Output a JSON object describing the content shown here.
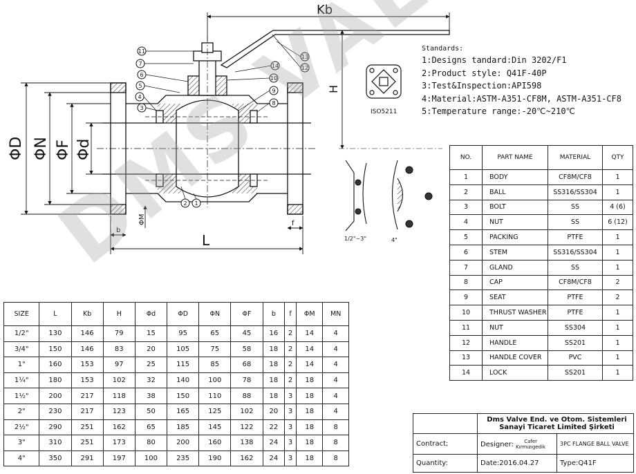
{
  "drawing": {
    "dims": {
      "kb": "Kb",
      "h": "H",
      "l": "L",
      "od": "ΦD",
      "on": "ΦN",
      "of": "ΦF",
      "odd": "Φd",
      "om": "ΦM",
      "b": "b",
      "f": "f"
    },
    "callouts": [
      "1",
      "2",
      "3",
      "4",
      "5",
      "6",
      "7",
      "8",
      "9",
      "10",
      "11",
      "12",
      "13",
      "14"
    ],
    "flange_labels": [
      "1/2\"~3\"",
      "4\""
    ],
    "iso_label": "ISO5211"
  },
  "standards": {
    "title": "Standards:",
    "items": [
      "1:Designs tandard:Din 3202/F1",
      "2:Product style: Q41F-40P",
      "3:Test&Inspection:API598",
      "4:Material:ASTM-A351-CF8M, ASTM-A351-CF8",
      "5:Temperature range:-20℃~210℃"
    ]
  },
  "parts_table": {
    "headers": [
      "NO.",
      "PART NAME",
      "MATERIAL",
      "QTY"
    ],
    "rows": [
      [
        "1",
        "BODY",
        "CF8M/CF8",
        "1"
      ],
      [
        "2",
        "BALL",
        "SS316/SS304",
        "1"
      ],
      [
        "3",
        "BOLT",
        "SS",
        "4 (6)"
      ],
      [
        "4",
        "NUT",
        "SS",
        "6 (12)"
      ],
      [
        "5",
        "PACKING",
        "PTFE",
        "1"
      ],
      [
        "6",
        "STEM",
        "SS316/SS304",
        "1"
      ],
      [
        "7",
        "GLAND",
        "SS",
        "1"
      ],
      [
        "8",
        "CAP",
        "CF8M/CF8",
        "2"
      ],
      [
        "9",
        "SEAT",
        "PTFE",
        "2"
      ],
      [
        "10",
        "THRUST WASHER",
        "PTFE",
        "1"
      ],
      [
        "11",
        "NUT",
        "SS304",
        "1"
      ],
      [
        "12",
        "HANDLE",
        "SS201",
        "1"
      ],
      [
        "13",
        "HANDLE COVER",
        "PVC",
        "1"
      ],
      [
        "14",
        "LOCK",
        "SS201",
        "1"
      ]
    ]
  },
  "dims_table": {
    "headers": [
      "SIZE",
      "L",
      "Kb",
      "H",
      "Φd",
      "ΦD",
      "ΦN",
      "ΦF",
      "b",
      "f",
      "ΦM",
      "MN"
    ],
    "rows": [
      [
        "1/2\"",
        "130",
        "146",
        "79",
        "15",
        "95",
        "65",
        "45",
        "16",
        "2",
        "14",
        "4"
      ],
      [
        "3/4\"",
        "150",
        "146",
        "83",
        "20",
        "105",
        "75",
        "58",
        "18",
        "2",
        "14",
        "4"
      ],
      [
        "1\"",
        "160",
        "153",
        "97",
        "25",
        "115",
        "85",
        "68",
        "18",
        "2",
        "14",
        "4"
      ],
      [
        "1¼\"",
        "180",
        "153",
        "102",
        "32",
        "140",
        "100",
        "78",
        "18",
        "2",
        "18",
        "4"
      ],
      [
        "1½\"",
        "200",
        "217",
        "118",
        "38",
        "150",
        "110",
        "88",
        "18",
        "3",
        "18",
        "4"
      ],
      [
        "2\"",
        "230",
        "217",
        "123",
        "50",
        "165",
        "125",
        "102",
        "20",
        "3",
        "18",
        "4"
      ],
      [
        "2½\"",
        "290",
        "251",
        "162",
        "65",
        "185",
        "145",
        "122",
        "22",
        "3",
        "18",
        "8"
      ],
      [
        "3\"",
        "310",
        "251",
        "173",
        "80",
        "200",
        "160",
        "138",
        "24",
        "3",
        "18",
        "8"
      ],
      [
        "4\"",
        "350",
        "291",
        "197",
        "100",
        "235",
        "190",
        "162",
        "24",
        "3",
        "18",
        "8"
      ]
    ]
  },
  "title_block": {
    "company_line1": "Dms Valve End. ve Otom. Sistemleri",
    "company_line2": "Sanayi Ticaret Limited Şirketi",
    "contract": "Contract;",
    "designer_label": "Designer:",
    "designer_name1": "Cafer",
    "designer_name2": "Kırmızıgedik",
    "product": "3PC FLANGE BALL VALVE",
    "quantity": "Quantity:",
    "date": "Date:2016.04.27",
    "type": "Type:Q41F"
  },
  "watermark": "DMS VALVE"
}
